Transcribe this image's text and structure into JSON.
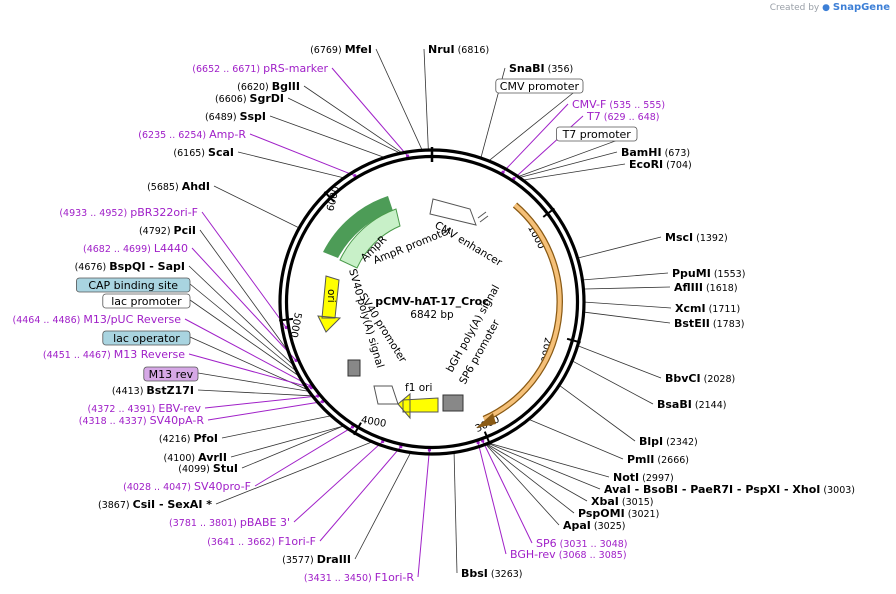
{
  "brand": {
    "created_by": "Created by",
    "name": "SnapGene"
  },
  "plasmid": {
    "name": "pCMV-hAT-17_Croc",
    "size": "6842 bp"
  },
  "ruler_ticks": [
    "1000",
    "2000",
    "3000",
    "4000",
    "5000",
    "6000"
  ],
  "features": {
    "cmv_enhancer": "CMV enhancer",
    "cmv_promoter": "CMV promoter",
    "ampr": "AmpR",
    "ampr_promoter": "AmpR promoter",
    "ori": "ori",
    "sv40_promoter": "SV40 promoter",
    "sv40_polya": "SV40 poly(A) signal",
    "f1_ori": "f1 ori",
    "bgh_polya": "bGH poly(A) signal",
    "sp6_promoter": "SP6 promoter"
  },
  "labels": [
    {
      "type": "enzyme",
      "name": "MfeI",
      "coord": "(6769)"
    },
    {
      "type": "enzyme",
      "name": "NruI",
      "coord": "(6816)"
    },
    {
      "type": "primer",
      "name": "pRS-marker",
      "coord": "(6652 .. 6671)"
    },
    {
      "type": "enzyme",
      "name": "BglII",
      "coord": "(6620)"
    },
    {
      "type": "enzyme",
      "name": "SgrDI",
      "coord": "(6606)"
    },
    {
      "type": "enzyme",
      "name": "SspI",
      "coord": "(6489)"
    },
    {
      "type": "primer",
      "name": "Amp-R",
      "coord": "(6235 .. 6254)"
    },
    {
      "type": "enzyme",
      "name": "ScaI",
      "coord": "(6165)"
    },
    {
      "type": "enzyme",
      "name": "AhdI",
      "coord": "(5685)"
    },
    {
      "type": "primer",
      "name": "pBR322ori-F",
      "coord": "(4933 .. 4952)"
    },
    {
      "type": "enzyme",
      "name": "PciI",
      "coord": "(4792)"
    },
    {
      "type": "primer",
      "name": "L4440",
      "coord": "(4682 .. 4699)"
    },
    {
      "type": "enzyme",
      "name": "BspQI",
      "coord": "(4676)",
      "extra": "- SapI"
    },
    {
      "type": "box",
      "name": "CAP binding site",
      "fill": "#a9d4e0"
    },
    {
      "type": "box",
      "name": "lac promoter",
      "fill": "#ffffff"
    },
    {
      "type": "primer",
      "name": "M13/pUC Reverse",
      "coord": "(4464 .. 4486)"
    },
    {
      "type": "box",
      "name": "lac operator",
      "fill": "#a9d4e0"
    },
    {
      "type": "primer",
      "name": "M13 Reverse",
      "coord": "(4451 .. 4467)"
    },
    {
      "type": "box",
      "name": "M13 rev",
      "fill": "#d6a8e6"
    },
    {
      "type": "enzyme",
      "name": "BstZ17I",
      "coord": "(4413)"
    },
    {
      "type": "primer",
      "name": "EBV-rev",
      "coord": "(4372 .. 4391)"
    },
    {
      "type": "primer",
      "name": "SV40pA-R",
      "coord": "(4318 .. 4337)"
    },
    {
      "type": "enzyme",
      "name": "PfoI",
      "coord": "(4216)"
    },
    {
      "type": "enzyme",
      "name": "AvrII",
      "coord": "(4100)"
    },
    {
      "type": "enzyme",
      "name": "StuI",
      "coord": "(4099)"
    },
    {
      "type": "primer",
      "name": "SV40pro-F",
      "coord": "(4028 .. 4047)"
    },
    {
      "type": "enzyme",
      "name": "CsiI",
      "coord": "(3867)",
      "extra": "- SexAI *"
    },
    {
      "type": "primer",
      "name": "pBABE 3'",
      "coord": "(3781 .. 3801)"
    },
    {
      "type": "primer",
      "name": "F1ori-F",
      "coord": "(3641 .. 3662)"
    },
    {
      "type": "enzyme",
      "name": "DraIII",
      "coord": "(3577)"
    },
    {
      "type": "primer",
      "name": "F1ori-R",
      "coord": "(3431 .. 3450)"
    },
    {
      "type": "enzyme",
      "name": "BbsI",
      "coord": "(3263)"
    },
    {
      "type": "primer",
      "name": "BGH-rev",
      "coord": "(3068 .. 3085)"
    },
    {
      "type": "primer",
      "name": "SP6",
      "coord": "(3031 .. 3048)"
    },
    {
      "type": "enzyme",
      "name": "ApaI",
      "coord": "(3025)"
    },
    {
      "type": "enzyme",
      "name": "PspOMI",
      "coord": "(3021)"
    },
    {
      "type": "enzyme",
      "name": "XbaI",
      "coord": "(3015)"
    },
    {
      "type": "enzyme",
      "name": "AvaI",
      "coord": "(3003)",
      "extra": "- BsoBI   - PaeR7I   - PspXI   - XhoI"
    },
    {
      "type": "enzyme",
      "name": "NotI",
      "coord": "(2997)"
    },
    {
      "type": "enzyme",
      "name": "PmlI",
      "coord": "(2666)"
    },
    {
      "type": "enzyme",
      "name": "BlpI",
      "coord": "(2342)"
    },
    {
      "type": "enzyme",
      "name": "BsaBI",
      "coord": "(2144)"
    },
    {
      "type": "enzyme",
      "name": "BbvCI",
      "coord": "(2028)"
    },
    {
      "type": "enzyme",
      "name": "BstEII",
      "coord": "(1783)"
    },
    {
      "type": "enzyme",
      "name": "XcmI",
      "coord": "(1711)"
    },
    {
      "type": "enzyme",
      "name": "AflIII",
      "coord": "(1618)"
    },
    {
      "type": "enzyme",
      "name": "PpuMI",
      "coord": "(1553)"
    },
    {
      "type": "enzyme",
      "name": "MscI",
      "coord": "(1392)"
    },
    {
      "type": "enzyme",
      "name": "EcoRI",
      "coord": "(704)"
    },
    {
      "type": "enzyme",
      "name": "BamHI",
      "coord": "(673)"
    },
    {
      "type": "box",
      "name": "T7 promoter",
      "fill": "#ffffff"
    },
    {
      "type": "primer",
      "name": "T7",
      "coord": "(629 .. 648)"
    },
    {
      "type": "primer",
      "name": "CMV-F",
      "coord": "(535 .. 555)"
    },
    {
      "type": "box",
      "name": "CMV promoter",
      "fill": "#ffffff"
    },
    {
      "type": "enzyme",
      "name": "SnaBI",
      "coord": "(356)"
    }
  ]
}
